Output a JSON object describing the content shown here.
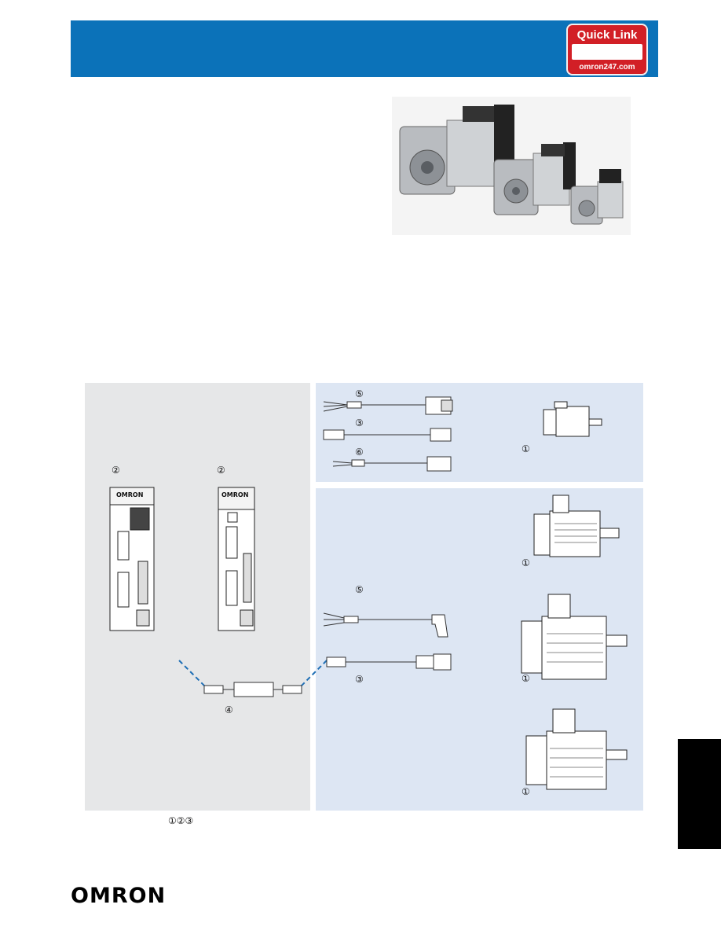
{
  "quick_link": {
    "title": "Quick Link",
    "url": "omron247.com"
  },
  "callouts": {
    "cable_5_top": "⑤",
    "cable_3_top": "③",
    "cable_6_top": "⑥",
    "motor_small": "①",
    "driver_a": "②",
    "driver_b": "②",
    "motor_mid1": "①",
    "cable_5_bottom": "⑤",
    "cable_3_bottom": "③",
    "motor_mid2": "①",
    "cable_4": "④",
    "motor_large": "①",
    "footnote": "①②③"
  },
  "driver_label": "OMRON",
  "logo_text": "OMRON",
  "colors": {
    "header_blue": "#0b72b9",
    "quick_link_red": "#d21f26",
    "panel_gray": "#e6e7e8",
    "panel_blue": "#dde6f3",
    "dash_blue": "#1f6fb5"
  }
}
